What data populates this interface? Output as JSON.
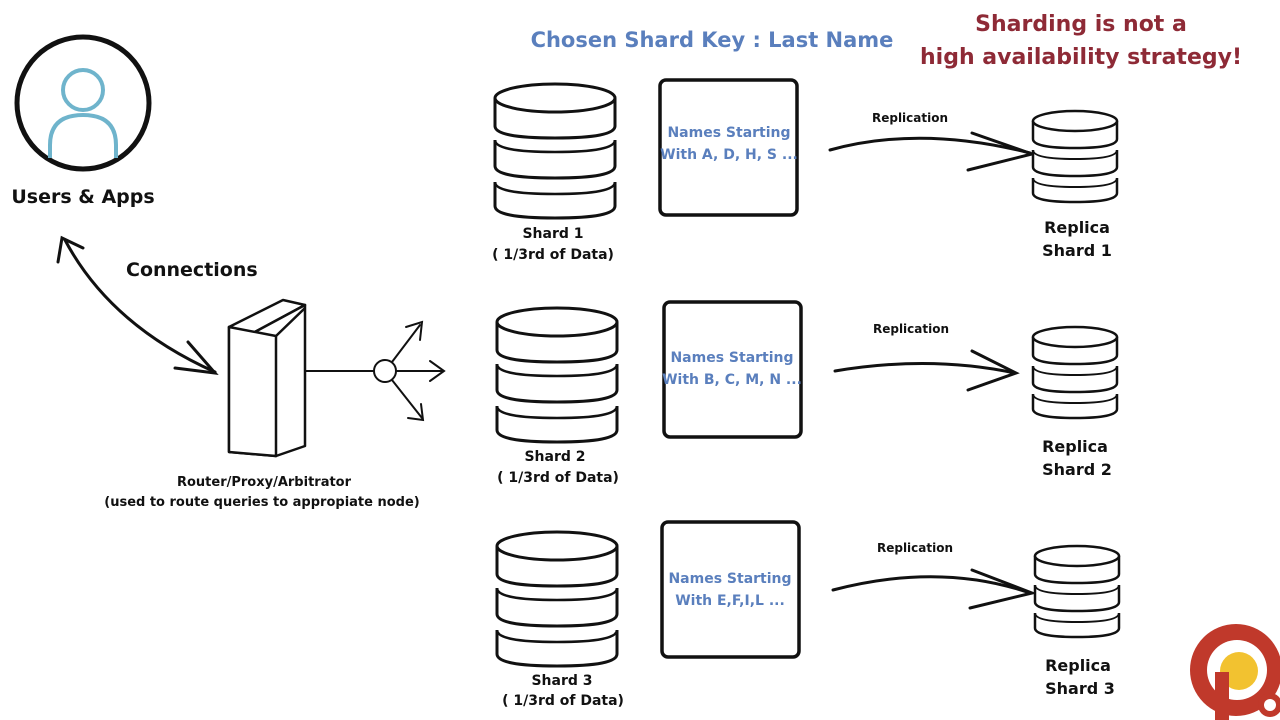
{
  "title": "Chosen Shard Key :  Last Name",
  "warning": {
    "line1": "Sharding is not a",
    "line2": "high availability strategy!"
  },
  "users": {
    "label": "Users & Apps"
  },
  "connections": {
    "label": "Connections"
  },
  "router": {
    "line1": "Router/Proxy/Arbitrator",
    "line2": "(used to route queries to appropiate node)"
  },
  "shards": [
    {
      "name": "Shard 1",
      "portion": "( 1/3rd of Data)",
      "names_line1": "Names Starting",
      "names_line2": "With A, D, H, S ...",
      "replication": "Replication",
      "replica_line1": "Replica",
      "replica_line2": "Shard 1"
    },
    {
      "name": "Shard 2",
      "portion": "( 1/3rd of Data)",
      "names_line1": "Names Starting",
      "names_line2": "With B, C, M, N ...",
      "replication": "Replication",
      "replica_line1": "Replica",
      "replica_line2": "Shard 2"
    },
    {
      "name": "Shard 3",
      "portion": "( 1/3rd of Data)",
      "names_line1": "Names Starting",
      "names_line2": "With E,F,I,L ...",
      "replication": "Replication",
      "replica_line1": "Replica",
      "replica_line2": "Shard 3"
    }
  ],
  "colors": {
    "key_text": "#5a7fbd",
    "warning_text": "#8e2a36",
    "user_icon": "#6fb4cc",
    "logo_red": "#c0392b",
    "logo_yellow": "#f2c230"
  }
}
